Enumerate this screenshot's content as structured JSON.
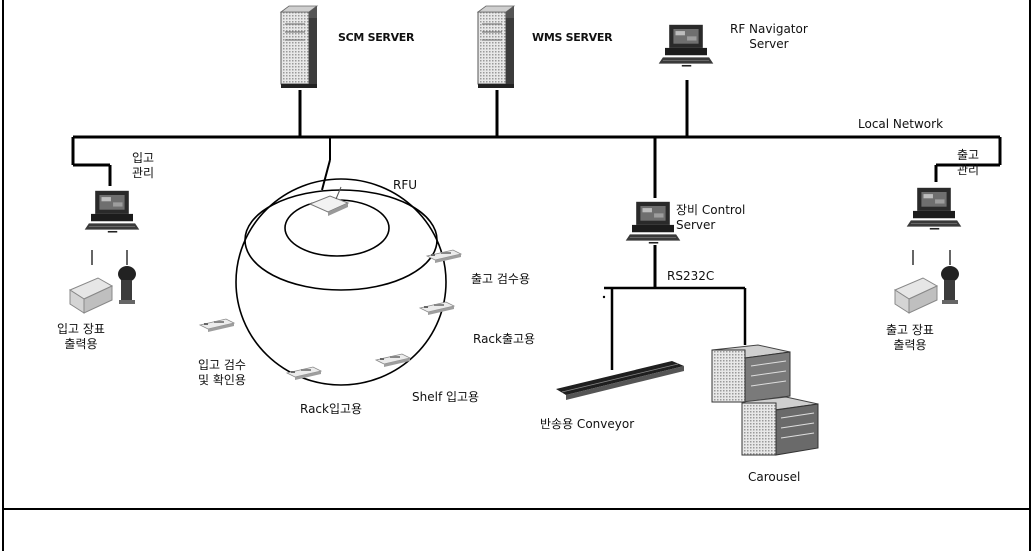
{
  "servers": {
    "scm": "SCM SERVER",
    "wms": "WMS SERVER",
    "rf_navigator": "RF Navigator\nServer"
  },
  "network": {
    "label": "Local Network"
  },
  "inbound": {
    "mgmt": "입고\n관리",
    "print": "입고 장표\n출력용"
  },
  "outbound": {
    "mgmt": "출고\n관리",
    "print": "출고 장표\n출력용"
  },
  "rfu": {
    "label": "RFU",
    "terminals": {
      "outbound_inspect": "출고 검수용",
      "rack_out": "Rack출고용",
      "shelf_in": "Shelf 입고용",
      "rack_in": "Rack입고용",
      "inbound_inspect": "입고 검수\n및 확인용"
    }
  },
  "equipment": {
    "control_server": "장비 Control\nServer",
    "link": "RS232C",
    "conveyor": "반송용 Conveyor",
    "carousel": "Carousel"
  }
}
